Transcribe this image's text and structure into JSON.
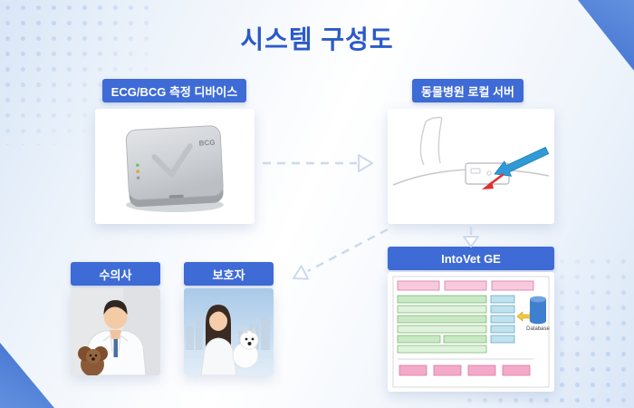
{
  "title": "시스템 구성도",
  "nodes": {
    "device": {
      "label": "ECG/BCG 측정 디바이스",
      "device_text": "BCG"
    },
    "server": {
      "label": "동물병원 로컬 서버"
    },
    "intovet": {
      "label": "IntoVet GE",
      "database_label": "Database"
    },
    "vet": {
      "label": "수의사"
    },
    "guardian": {
      "label": "보호자"
    }
  },
  "colors": {
    "accent_blue": "#3e6bd5",
    "title_blue": "#2b5ac9",
    "corner_blue": "#4b7ed8",
    "dots_blue": "#c3d6f0",
    "arrow_gray": "#cdd9ec"
  }
}
